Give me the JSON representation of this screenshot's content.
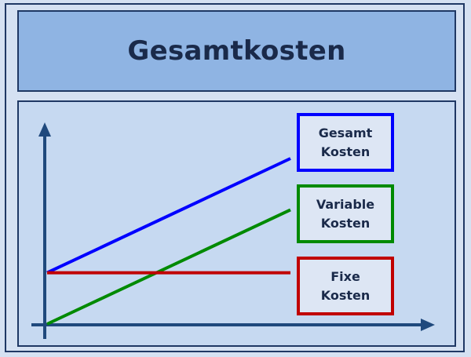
{
  "title": "Gesamtkosten",
  "colors": {
    "axis": "#1f497d",
    "total": "#0000ff",
    "variable": "#008a00",
    "fixed": "#c00000"
  },
  "chart_data": {
    "type": "line",
    "series": [
      {
        "name": "Gesamt\nKosten",
        "color": "#0000ff",
        "x": [
          0,
          1
        ],
        "y": [
          0.31,
          1.0
        ]
      },
      {
        "name": "Variable\nKosten",
        "color": "#008a00",
        "x": [
          0,
          1
        ],
        "y": [
          0.0,
          0.69
        ]
      },
      {
        "name": "Fixe\nKosten",
        "color": "#c00000",
        "x": [
          0,
          1
        ],
        "y": [
          0.31,
          0.31
        ]
      }
    ],
    "legend": "right"
  }
}
